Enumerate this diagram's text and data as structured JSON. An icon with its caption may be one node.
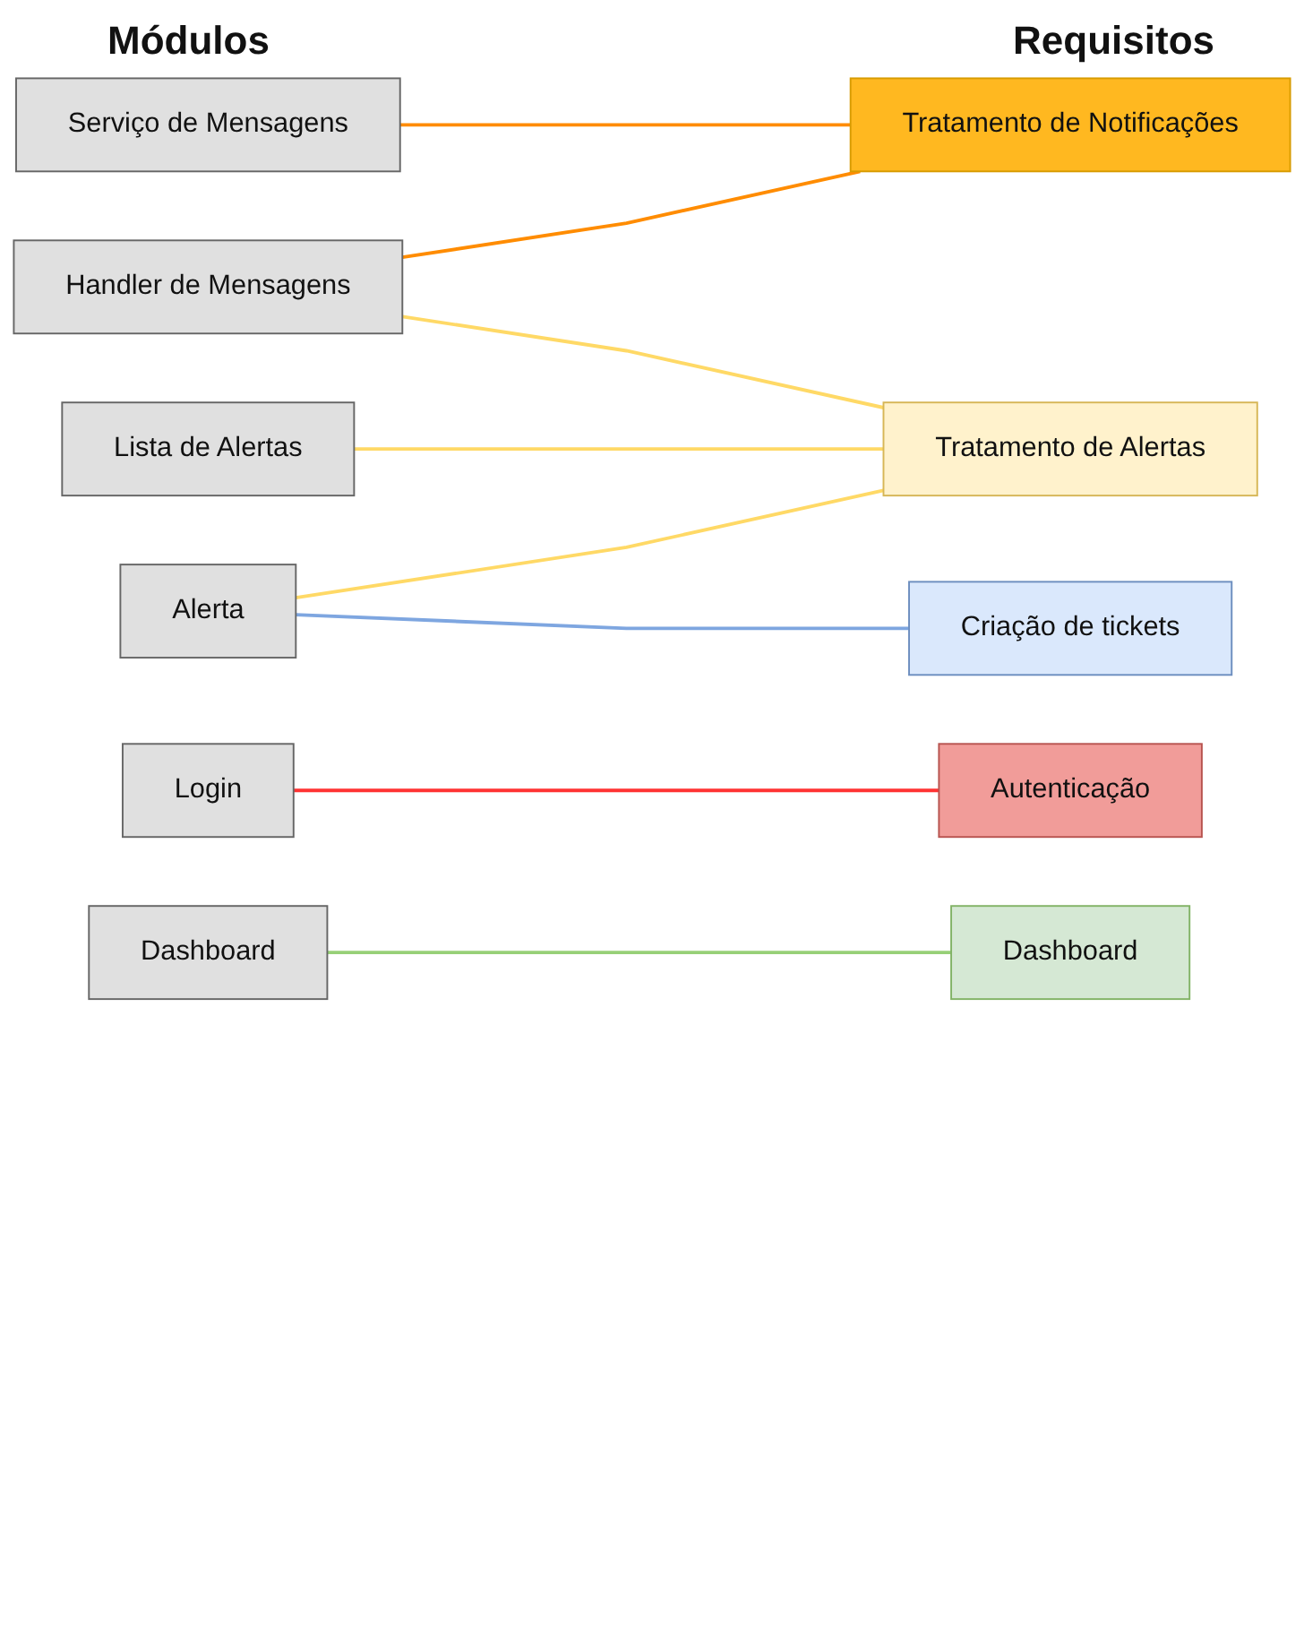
{
  "diagram": {
    "nodes": [
      {
        "text": [
          "Serviço de Mensagens"
        ]
      },
      {
        "text": [
          "Handler de Mensagens"
        ]
      },
      {
        "text": [
          "Login"
        ]
      },
      {
        "text": [
          "Dashboard"
        ]
      },
      {
        "text": [
          "Lista de Alertas"
        ]
      },
      {
        "text": [
          "Alerta"
        ]
      },
      {
        "text": [
          "Tratamento de Notificações"
        ]
      },
      {
        "text": [
          "Tratamento de Alertas"
        ]
      },
      {
        "text": [
          "Autenticação"
        ]
      },
      {
        "text": [
          "Criação de tickets"
        ]
      },
      {
        "text": [
          "Dashboard"
        ]
      }
    ],
    "edges": [
      {
        "from": 0,
        "to": 6,
        "arrow": "none",
        "color": "#ff8c00"
      },
      {
        "from": 1,
        "to": 6,
        "arrow": "none",
        "color": "#ff8c00"
      },
      {
        "from": 1,
        "to": 7,
        "arrow": "none",
        "color": "#ffd966"
      },
      {
        "from": 2,
        "to": 8,
        "arrow": "none",
        "color": "#ff3333"
      },
      {
        "from": 3,
        "to": 10,
        "arrow": "none",
        "color": "#97d077"
      },
      {
        "from": 4,
        "to": 7,
        "arrow": "none",
        "color": "#ffd966"
      },
      {
        "from": 5,
        "to": 7,
        "arrow": "none",
        "color": "#ffd966"
      },
      {
        "from": 5,
        "to": 9,
        "arrow": "none",
        "color": "#7ea6e0"
      }
    ],
    "labels": [
      "Módulos",
      "Requisitos"
    ]
  }
}
